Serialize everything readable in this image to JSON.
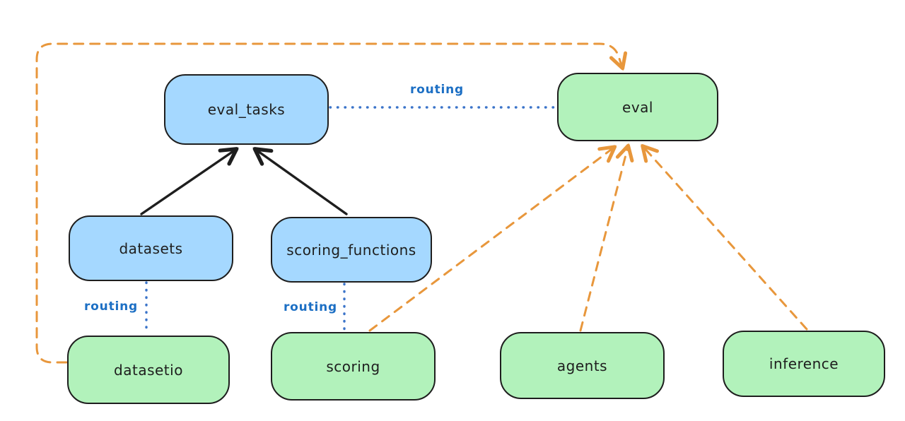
{
  "diagram": {
    "title_hint": "provider routing diagram",
    "colors": {
      "background": "#ffffff",
      "node_blue_fill": "#a5d8ff",
      "node_green_fill": "#b2f2bb",
      "node_stroke": "#1e1e1e",
      "routing_blue": "#1c6fc4",
      "orange_dashed": "#e8973c",
      "black_arrow": "#1e1e1e"
    },
    "nodes": [
      {
        "id": "eval_tasks",
        "label": "eval_tasks",
        "color": "blue"
      },
      {
        "id": "eval",
        "label": "eval",
        "color": "green"
      },
      {
        "id": "datasets",
        "label": "datasets",
        "color": "blue"
      },
      {
        "id": "scoring_functions",
        "label": "scoring_functions",
        "color": "blue"
      },
      {
        "id": "datasetio",
        "label": "datasetio",
        "color": "green"
      },
      {
        "id": "scoring",
        "label": "scoring",
        "color": "green"
      },
      {
        "id": "agents",
        "label": "agents",
        "color": "green"
      },
      {
        "id": "inference",
        "label": "inference",
        "color": "green"
      }
    ],
    "edge_labels": [
      {
        "id": "routing-top",
        "label": "routing",
        "between": "eval_tasks and eval"
      },
      {
        "id": "routing-datasets",
        "label": "routing",
        "between": "datasets and datasetio"
      },
      {
        "id": "routing-scoring",
        "label": "routing",
        "between": "scoring_functions and scoring"
      }
    ],
    "edges": [
      {
        "from": "datasets",
        "to": "eval_tasks",
        "style": "solid-black-arrow"
      },
      {
        "from": "scoring_functions",
        "to": "eval_tasks",
        "style": "solid-black-arrow"
      },
      {
        "from": "eval_tasks",
        "to": "eval",
        "style": "dotted-blue"
      },
      {
        "from": "datasets",
        "to": "datasetio",
        "style": "dotted-blue"
      },
      {
        "from": "scoring_functions",
        "to": "scoring",
        "style": "dotted-blue"
      },
      {
        "from": "scoring",
        "to": "eval",
        "style": "dashed-orange-arrow"
      },
      {
        "from": "agents",
        "to": "eval",
        "style": "dashed-orange-arrow"
      },
      {
        "from": "inference",
        "to": "eval",
        "style": "dashed-orange-arrow"
      },
      {
        "from": "datasetio",
        "to": "eval",
        "style": "dashed-orange-arrow-loop-left-top"
      }
    ]
  }
}
